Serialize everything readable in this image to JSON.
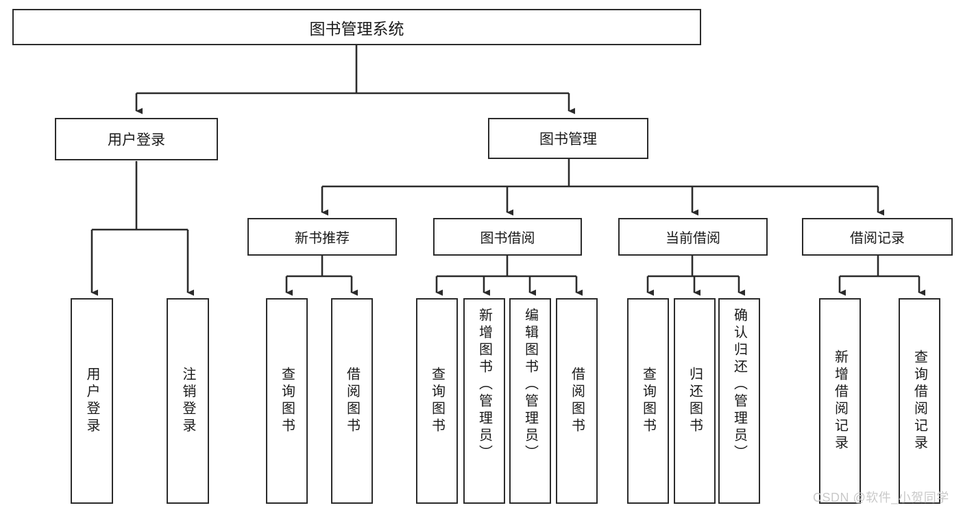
{
  "diagram": {
    "type": "tree",
    "title": "图书管理系统",
    "style": {
      "box_border": "#2b2b2b",
      "box_fill": "#ffffff",
      "text": "#1a1a1a",
      "edge": "#2b2b2b",
      "background": "#ffffff"
    }
  },
  "root": {
    "label": "图书管理系统"
  },
  "level2": [
    {
      "label": "用户登录"
    },
    {
      "label": "图书管理"
    }
  ],
  "level3": [
    {
      "label": "新书推荐"
    },
    {
      "label": "图书借阅"
    },
    {
      "label": "当前借阅"
    },
    {
      "label": "借阅记录"
    }
  ],
  "leaves": {
    "user_login": [
      {
        "label": "用户登录"
      },
      {
        "label": "注销登录"
      }
    ],
    "new_book_recommend": [
      {
        "label": "查询图书"
      },
      {
        "label": "借阅图书"
      }
    ],
    "book_borrow": [
      {
        "label": "查询图书"
      },
      {
        "label": "新增图书（管理员）"
      },
      {
        "label": "编辑图书（管理员）"
      },
      {
        "label": "借阅图书"
      }
    ],
    "current_borrow": [
      {
        "label": "查询图书"
      },
      {
        "label": "归还图书"
      },
      {
        "label": "确认归还（管理员）"
      }
    ],
    "borrow_record": [
      {
        "label": "新增借阅记录"
      },
      {
        "label": "查询借阅记录"
      }
    ]
  },
  "watermark": {
    "text": "CSDN @软件_小贺同学"
  }
}
